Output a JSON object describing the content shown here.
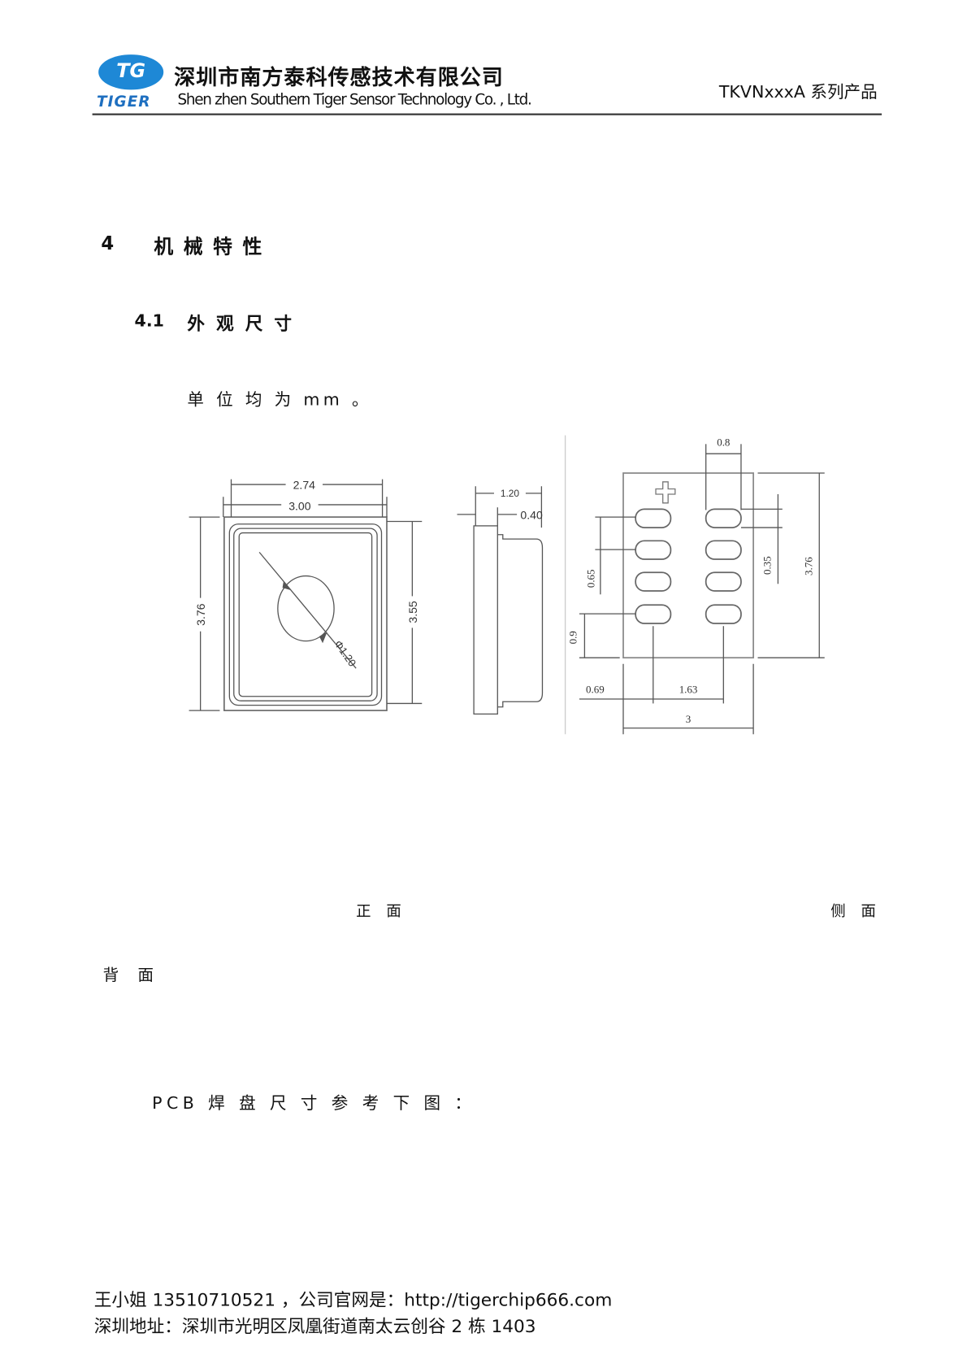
{
  "header": {
    "logo_letters": "TG",
    "logo_word": "TIGER",
    "company_cn": "深圳市南方泰科传感技术有限公司",
    "company_en": "Shen zhen Southern Tiger Sensor Technology Co. , Ltd.",
    "product_series": "TKVNxxxA 系列产品",
    "logo_color": "#1e88d6"
  },
  "section": {
    "number": "4",
    "title": "机 械 特 性"
  },
  "subsection": {
    "number": "4.1",
    "title": "外 观 尺 寸"
  },
  "unit_note": "单 位 均 为 mm 。",
  "drawing": {
    "front": {
      "w_inner": "2.74",
      "w_outer": "3.00",
      "h_outer": "3.76",
      "h_inner": "3.55",
      "diameter": "Φ1.20"
    },
    "side": {
      "depth": "1.20",
      "step": "0.40"
    },
    "back": {
      "pad_w": "0.8",
      "pad_h": "0.35",
      "height": "3.76",
      "pitch": "0.65",
      "bottom": "0.9",
      "left": "0.69",
      "col_pitch": "1.63",
      "width": "3"
    }
  },
  "captions": {
    "front": "正 面",
    "side": "侧 面",
    "back": "背 面"
  },
  "pcb_note": "PCB 焊 盘 尺 寸 参 考 下 图 ：",
  "footer": {
    "contact": "王小姐 13510710521 ，公司官网是：http://tigerchip666.com",
    "address": "深圳地址：深圳市光明区凤凰街道南太云创谷 2 栋 1403"
  }
}
